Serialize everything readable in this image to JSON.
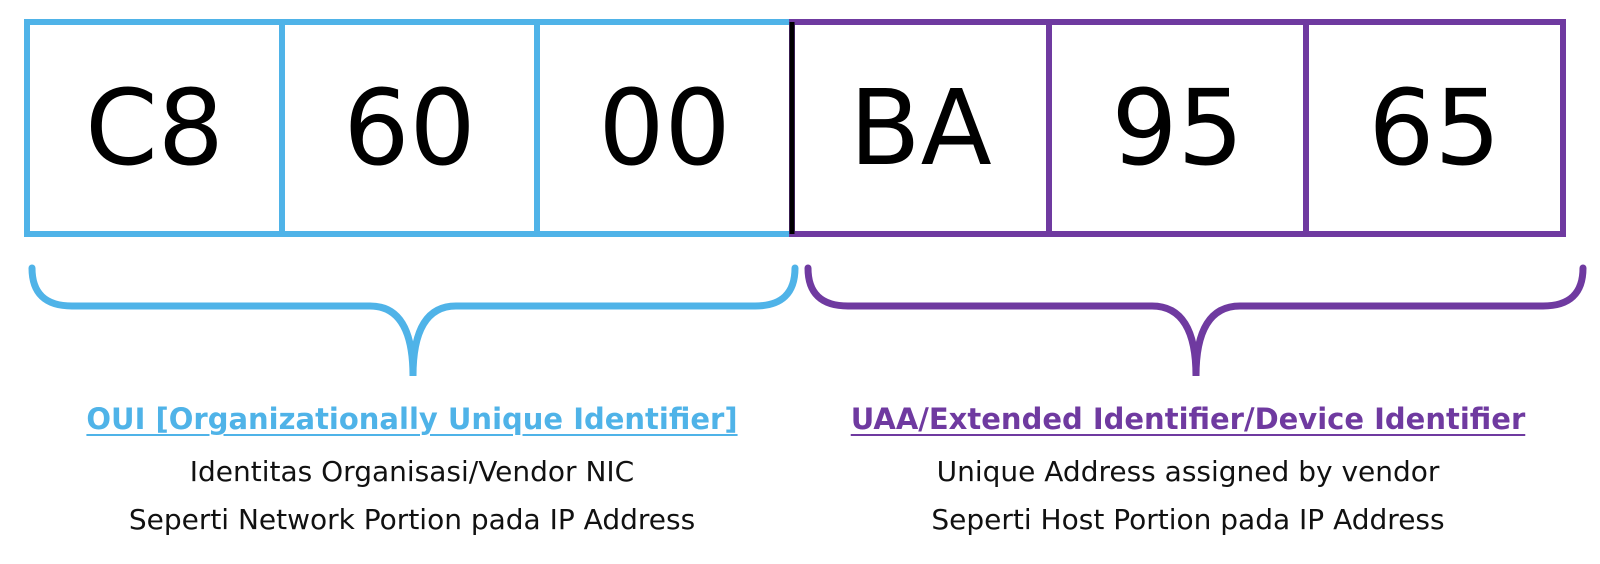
{
  "colors": {
    "oui": "#4fb3e8",
    "uaa": "#6f3aa0",
    "text": "#000000"
  },
  "mac": {
    "oui_octets": [
      "C8",
      "60",
      "00"
    ],
    "uaa_octets": [
      "BA",
      "95",
      "65"
    ]
  },
  "oui_label": {
    "title": "OUI [Organizationally Unique Identifier]",
    "line1": "Identitas Organisasi/Vendor NIC",
    "line2": "Seperti Network Portion pada IP Address"
  },
  "uaa_label": {
    "title": "UAA/Extended Identifier/Device Identifier",
    "line1": "Unique Address assigned by vendor",
    "line2": "Seperti Host Portion pada IP Address"
  }
}
